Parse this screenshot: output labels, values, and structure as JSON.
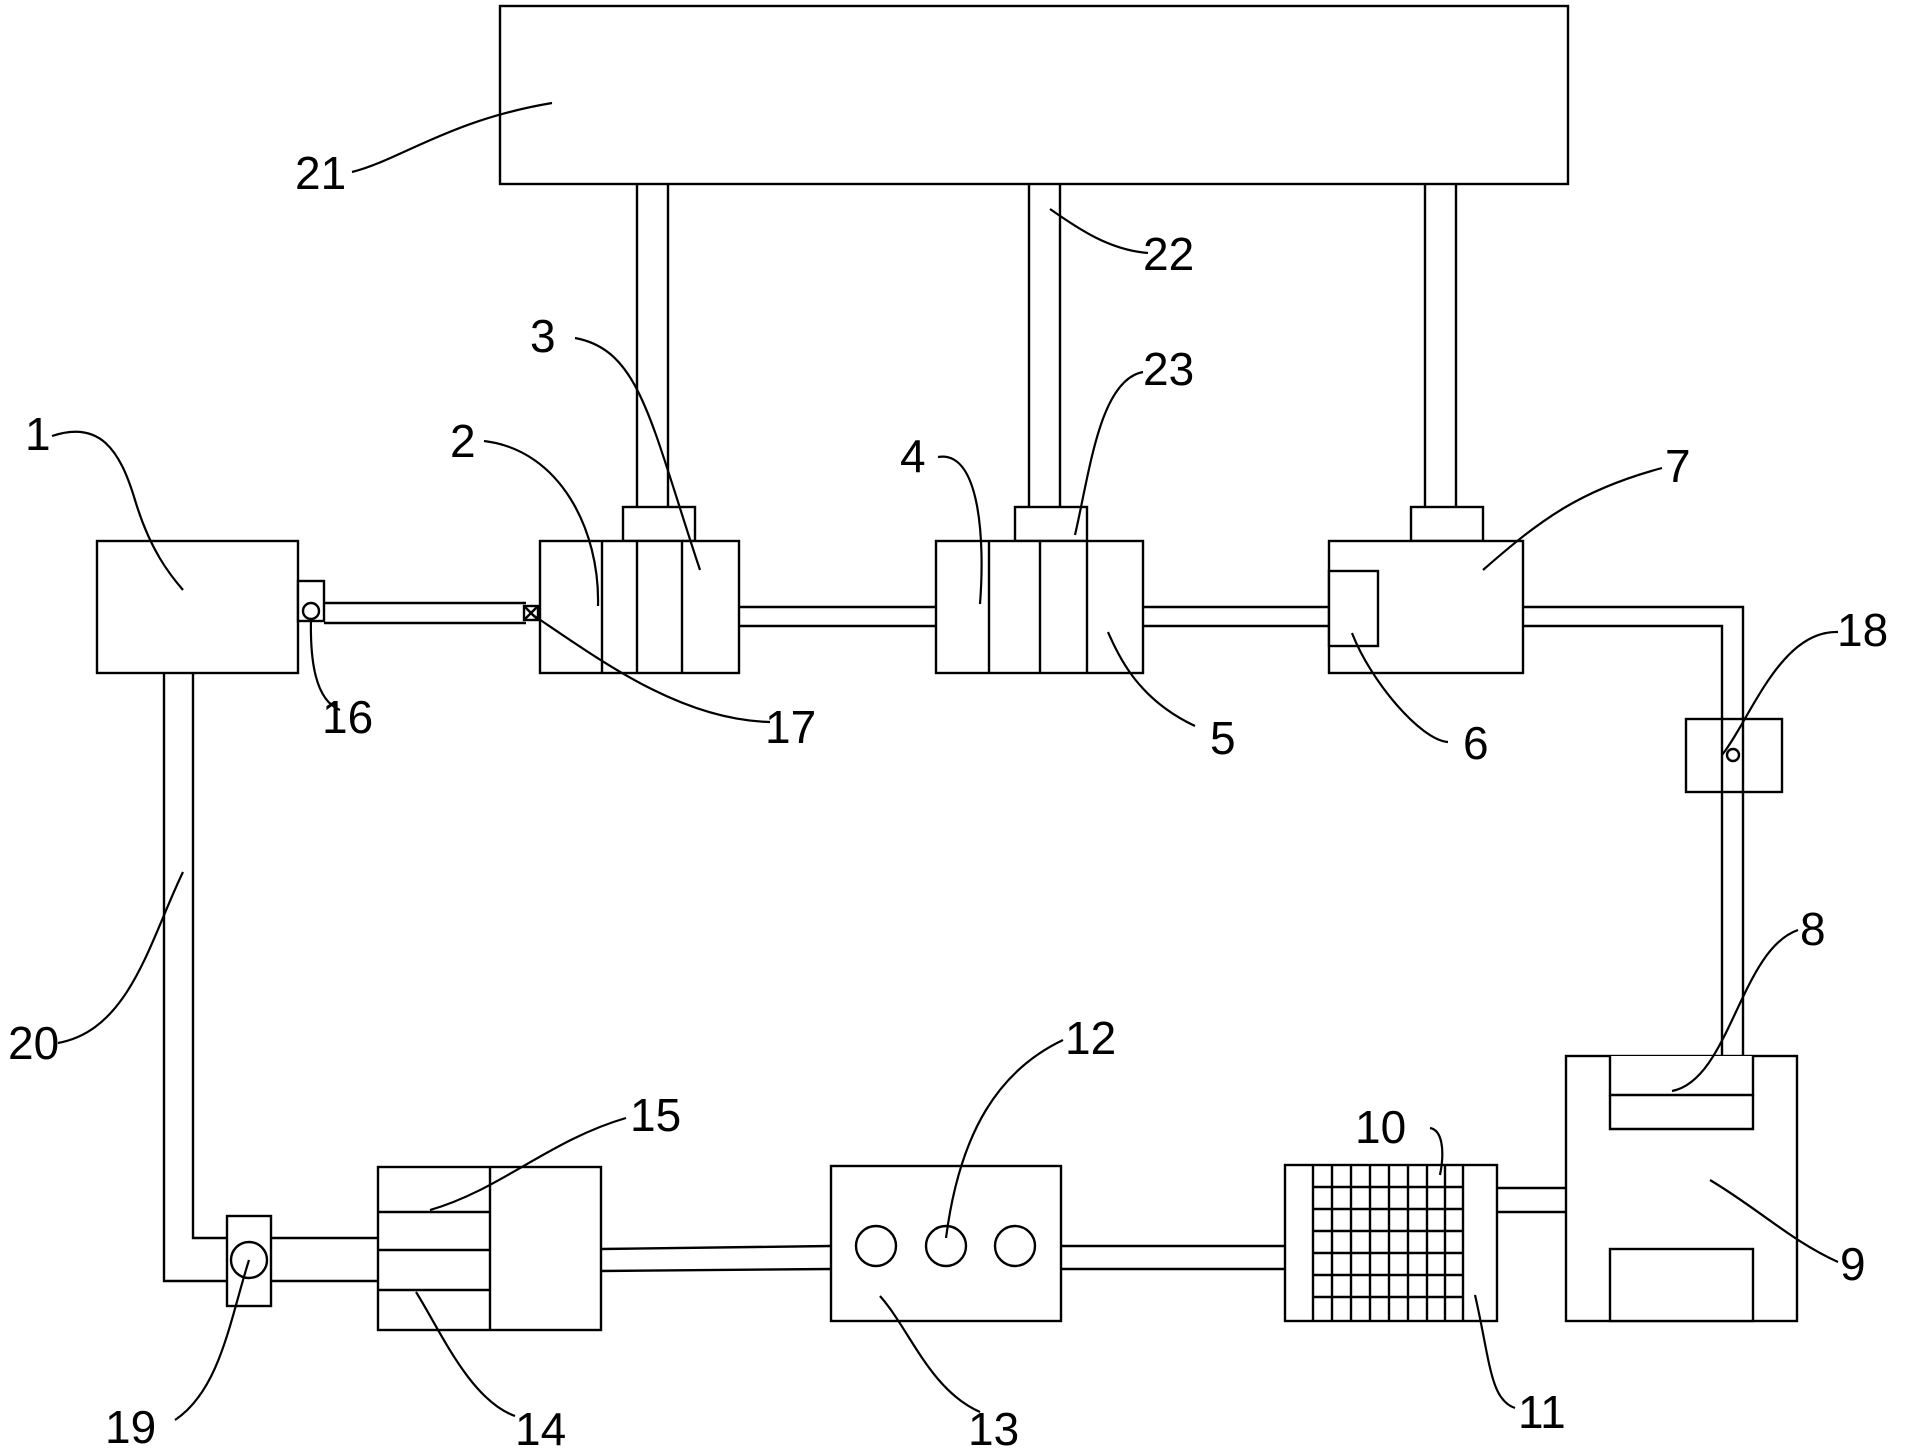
{
  "labels": {
    "n1": "1",
    "n2": "2",
    "n3": "3",
    "n4": "4",
    "n5": "5",
    "n6": "6",
    "n7": "7",
    "n8": "8",
    "n9": "9",
    "n10": "10",
    "n11": "11",
    "n12": "12",
    "n13": "13",
    "n14": "14",
    "n15": "15",
    "n16": "16",
    "n17": "17",
    "n18": "18",
    "n19": "19",
    "n20": "20",
    "n21": "21",
    "n22": "22",
    "n23": "23"
  }
}
